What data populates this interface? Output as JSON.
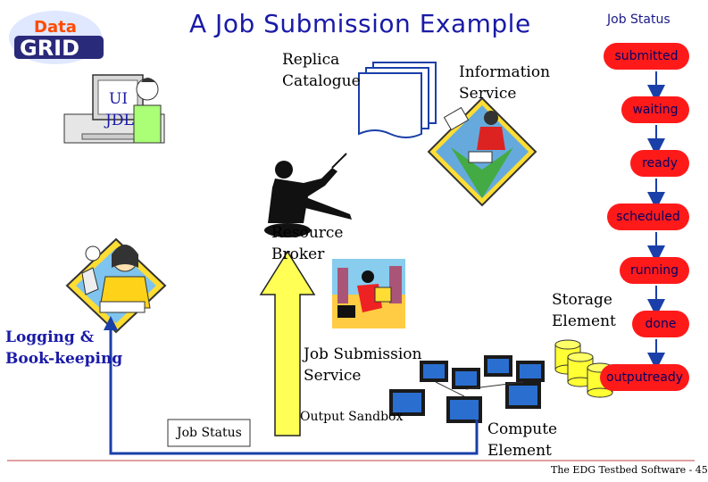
{
  "title": "A Job Submission Example",
  "logo": {
    "top": "Data",
    "bottom": "GRID"
  },
  "job_status_header": "Job Status",
  "status_stages": [
    "submitted",
    "waiting",
    "ready",
    "scheduled",
    "running",
    "done",
    "outputready"
  ],
  "labels": {
    "ui": "UI",
    "jdl": "JDL",
    "replica_line1": "Replica",
    "replica_line2": "Catalogue",
    "info_line1": "Information",
    "info_line2": "Service",
    "rb_line1": "Resource",
    "rb_line2": "Broker",
    "lb_line1": "Logging &",
    "lb_line2": "Book-keeping",
    "jss_line1": "Job Submission",
    "jss_line2": "Service",
    "storage_line1": "Storage",
    "storage_line2": "Element",
    "output_sandbox": "Output Sandbox",
    "job_status_box": "Job Status",
    "ce_line1": "Compute",
    "ce_line2": "Element"
  },
  "footer": "The EDG Testbed Software - 45",
  "colors": {
    "title": "#1a1aa8",
    "stage_fill": "#ff1a1a",
    "stage_text": "#000064",
    "arrow_blue": "#1a3fa8",
    "arrow_yellow": "#ffff55",
    "db_yellow": "#ffff33"
  }
}
